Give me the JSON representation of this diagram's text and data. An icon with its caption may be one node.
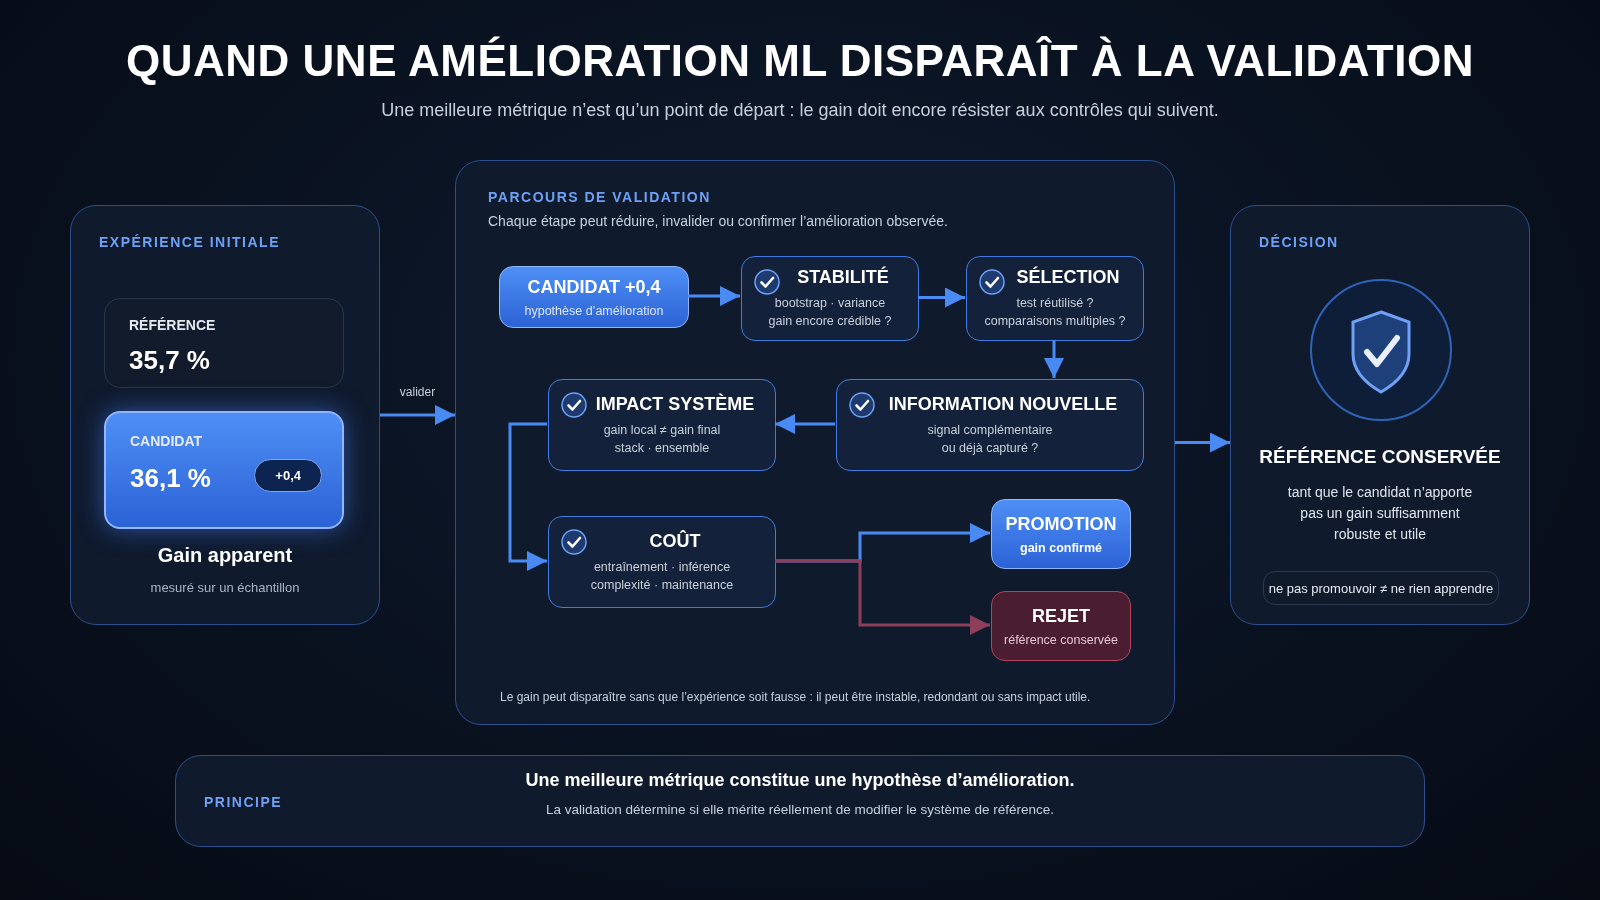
{
  "diagram": {
    "title": "QUAND UNE AMÉLIORATION ML DISPARAÎT À LA VALIDATION",
    "nodes": [
      {
        "text": [
          "EXPÉRIENCE INITIALE",
          "Gain apparent",
          "mesuré sur un échantillon"
        ]
      },
      {
        "text": [
          "RÉFÉRENCE",
          "35,7 %"
        ],
        "in": 0
      },
      {
        "text": [
          "CANDIDAT",
          "36,1 %",
          "+0,4"
        ],
        "in": 0
      },
      {
        "text": [
          "PARCOURS DE VALIDATION",
          "Chaque étape peut réduire, invalider ou confirmer l’amélioration observée.",
          "Le gain peut disparaître sans que l’expérience soit fausse : il peut être instable, redondant ou sans impact utile."
        ]
      },
      {
        "text": [
          "CANDIDAT +0,4",
          "hypothèse d’amélioration"
        ],
        "in": 3
      },
      {
        "text": [
          "STABILITÉ",
          "bootstrap · variance gain encore crédible ?"
        ],
        "in": 3
      },
      {
        "text": [
          "SÉLECTION",
          "test réutilisé ? comparaisons multiples ?"
        ],
        "in": 3
      },
      {
        "text": [
          "IMPACT SYSTÈME",
          "gain local ≠ gain final stack · ensemble"
        ],
        "in": 3
      },
      {
        "text": [
          "INFORMATION NOUVELLE",
          "signal complémentaire ou déjà capturé ?"
        ],
        "in": 3
      },
      {
        "text": [
          "COÛT",
          "entraînement · inférence complexité · maintenance"
        ],
        "in": 3
      },
      {
        "text": [
          "PROMOTION",
          "gain confirmé"
        ],
        "in": 3
      },
      {
        "text": [
          "REJET",
          "référence conservée"
        ],
        "in": 3
      },
      {
        "text": [
          "DÉCISION",
          "RÉFÉRENCE CONSERVÉE",
          "tant que le candidat n’apporte pas un gain suffisamment robuste et utile"
        ]
      },
      {
        "text": [
          "ne pas promouvoir ≠ ne rien apprendre"
        ],
        "in": 12
      },
      {
        "text": [
          "PRINCIPE",
          "Une meilleure métrique constitue une hypothèse d’amélioration.",
          "La validation détermine si elle mérite réellement de modifier le système de référence."
        ]
      }
    ],
    "edges": [
      {
        "from": 0,
        "to": 3,
        "arrow": "to",
        "label": "valider"
      },
      {
        "from": 4,
        "to": 5,
        "arrow": "to"
      },
      {
        "from": 5,
        "to": 6,
        "arrow": "to"
      },
      {
        "from": 6,
        "to": 8,
        "arrow": "to"
      },
      {
        "from": 8,
        "to": 7,
        "arrow": "to"
      },
      {
        "from": 7,
        "to": 9,
        "arrow": "to"
      },
      {
        "from": 9,
        "to": 10,
        "arrow": "to"
      },
      {
        "from": 9,
        "to": 11,
        "arrow": "to",
        "color": "#8d3f5a"
      },
      {
        "from": 3,
        "to": 12,
        "arrow": "to"
      }
    ],
    "labels": [
      "Une meilleure métrique n’est qu’un point de départ : le gain doit encore résister aux contrôles qui suivent."
    ]
  }
}
